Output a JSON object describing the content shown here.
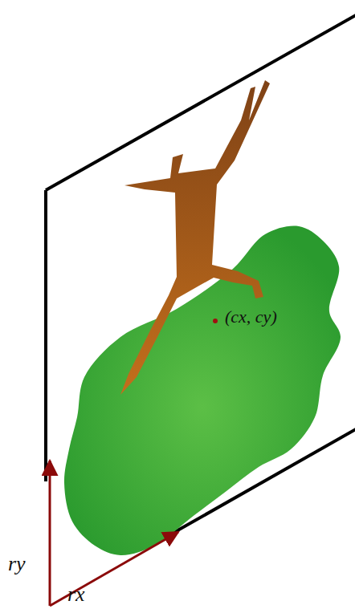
{
  "diagram": {
    "labels": [
      "(cx, cy)",
      "ry",
      "rx"
    ]
  }
}
